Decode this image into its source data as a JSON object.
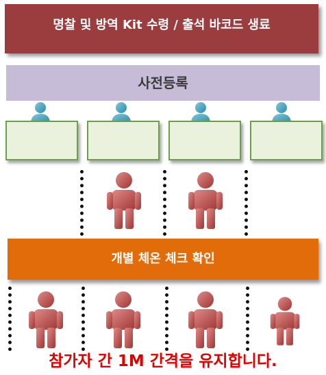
{
  "banner": {
    "text": "명찰 및 방역 Kit 수령 / 출석 바코드 생료"
  },
  "pre_registration": {
    "label": "사전등록"
  },
  "temperature_check": {
    "label": "개별 체온 체크 확인"
  },
  "notice": {
    "text": "참가자 간 1M 간격을 유지합니다."
  },
  "colors": {
    "banner": "#9b3c3f",
    "pre_registration": "#c7bcd8",
    "desk_fill": "#eaf1dd",
    "desk_border": "#6aa04a",
    "staff": "#4bacc6",
    "attendee": "#c0504d",
    "temperature_bar": "#e36c0a",
    "notice": "#e00000"
  }
}
